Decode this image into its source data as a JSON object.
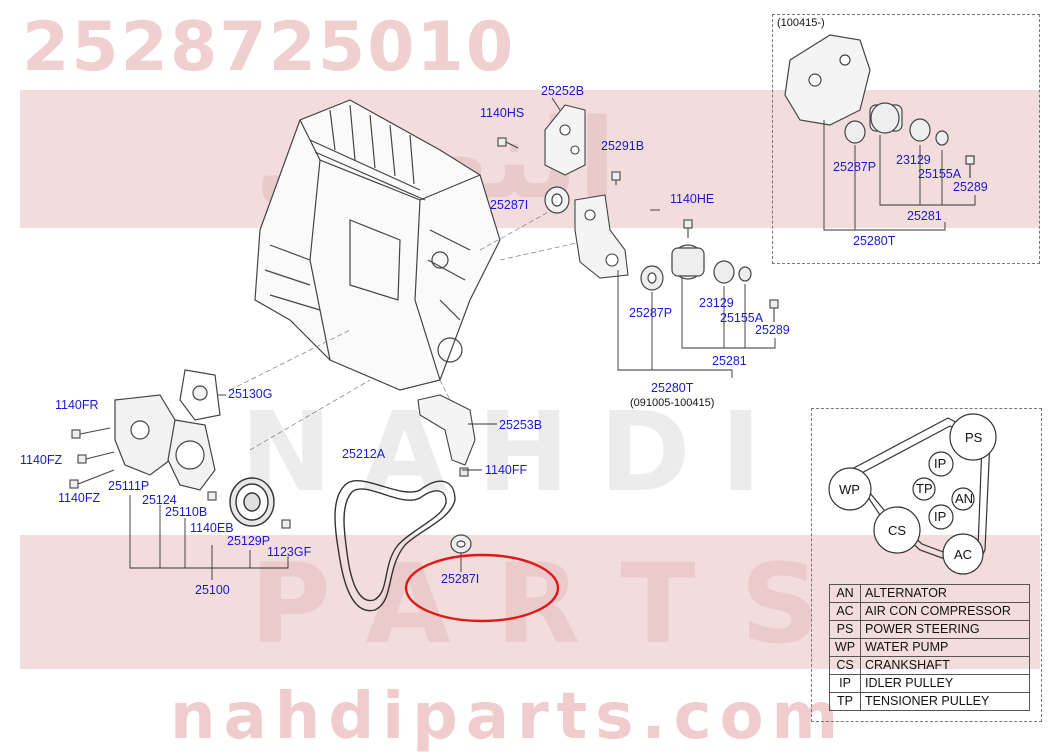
{
  "watermark": {
    "part_number": "2528725010",
    "brand_arabic": "النهدي",
    "brand_latin_1": "NAHDI",
    "brand_latin_2": "PARTS",
    "brand_url": "nahdiparts.com"
  },
  "detail_box": {
    "caption": "(100415-)",
    "labels": [
      "25287P",
      "23129",
      "25155A",
      "25289",
      "25281",
      "25280T"
    ]
  },
  "main_labels": {
    "p25252B": "25252B",
    "p1140HS": "1140HS",
    "p25291B": "25291B",
    "p25287I_top": "25287I",
    "p1140HE": "1140HE",
    "p25287P": "25287P",
    "p23129": "23129",
    "p25155A": "25155A",
    "p25289": "25289",
    "p25281": "25281",
    "p25280T": "25280T",
    "date_range": "(091005-100415)",
    "p25130G": "25130G",
    "p1140FR": "1140FR",
    "p25253B": "25253B",
    "p1140FZ_a": "1140FZ",
    "p1140FZ_b": "1140FZ",
    "p25212A": "25212A",
    "p1140FF": "1140FF",
    "p25111P": "25111P",
    "p25124": "25124",
    "p25110B": "25110B",
    "p1140EB": "1140EB",
    "p25129P": "25129P",
    "p1123GF": "1123GF",
    "p25100": "25100",
    "p25287I_bottom": "25287I"
  },
  "belt_diagram": {
    "pulleys": [
      "PS",
      "IP",
      "WP",
      "TP",
      "AN",
      "IP",
      "CS",
      "AC"
    ]
  },
  "legend": [
    {
      "abbr": "AN",
      "name": "ALTERNATOR"
    },
    {
      "abbr": "AC",
      "name": "AIR CON COMPRESSOR"
    },
    {
      "abbr": "PS",
      "name": "POWER STEERING"
    },
    {
      "abbr": "WP",
      "name": "WATER PUMP"
    },
    {
      "abbr": "CS",
      "name": "CRANKSHAFT"
    },
    {
      "abbr": "IP",
      "name": "IDLER PULLEY"
    },
    {
      "abbr": "TP",
      "name": "TENSIONER PULLEY"
    }
  ],
  "colors": {
    "label_blue": "#1a1ad0",
    "highlight_red": "#e01818",
    "watermark_pink": "#f3dcdc"
  }
}
